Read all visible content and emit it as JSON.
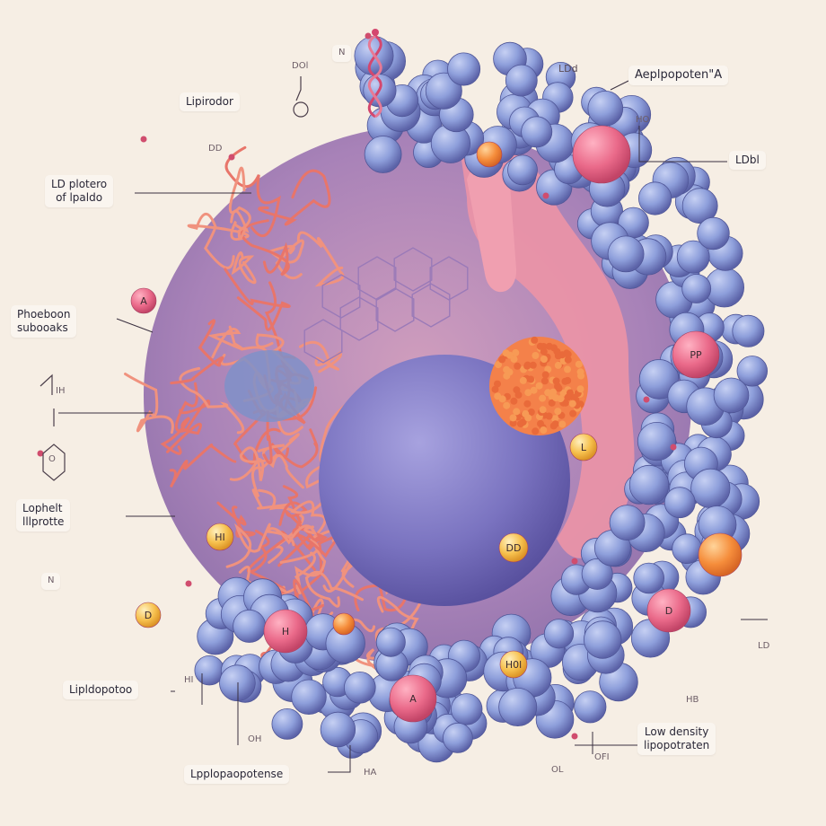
{
  "labels": {
    "lipirodor": "Lipirodor",
    "apolipoprotein": "Aeplpopoten\"A",
    "ld_top": "LDd",
    "ldl_right": "LDbl",
    "ld_picture": "LD plotero\nof lpaldo",
    "phosphor": "Phoeboon\nsubooaks",
    "lopholt": "Lophelt\nlllprotte",
    "lipidopotoo": "Lipldopotoo",
    "low_density": "Low density\nlipopotraten",
    "lplo_bottom": "Lpplopaopotense"
  },
  "small_marks": {
    "doi_top": "DOl",
    "n_top": "N",
    "dd": "DD",
    "ho": "HO",
    "ih": "IH",
    "oc": "O",
    "n_left": "N",
    "hi_bottom": "HI",
    "oh_bottom": "OH",
    "ol_bottom": "OL",
    "ofi_bottom": "OFI",
    "hb_right": "HB",
    "ld_right": "LD",
    "ha_bottom": "HA"
  },
  "sphere_labels": {
    "a_left": "A",
    "hl": "HI",
    "pp": "PP",
    "l": "L",
    "dd_mid": "DD",
    "d_left": "D",
    "d_right": "D",
    "h_bottom": "H",
    "a_bottom": "A",
    "hol": "H0l"
  },
  "colors": {
    "background": "#f6eee4",
    "protein_blue": "#8fa0dc",
    "fiber_coral": "#e8756a",
    "core_purple": "#7f77c4",
    "pink_membrane": "#eb8fa6",
    "accent_orange": "#f28a3a",
    "accent_yellow": "#f6bd45"
  }
}
